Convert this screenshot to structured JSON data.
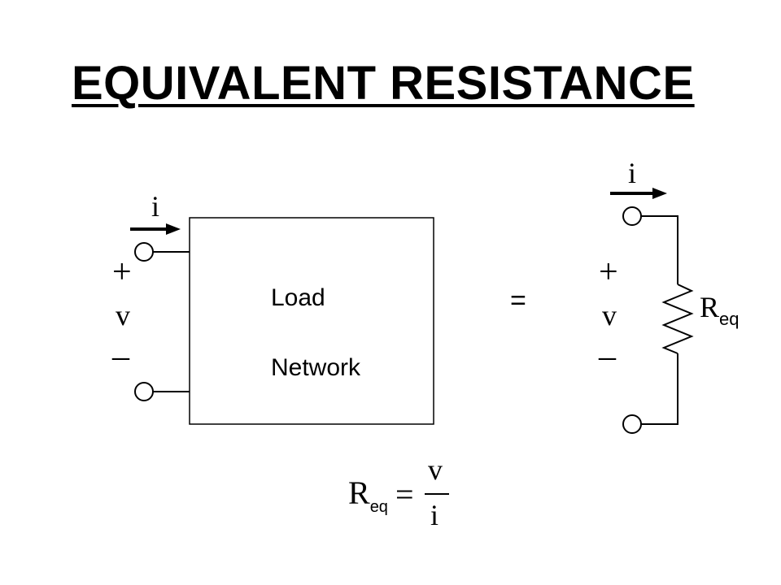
{
  "title": "EQUIVALENT RESISTANCE",
  "left_circuit": {
    "current_label": "i",
    "plus_sign": "+",
    "voltage_label": "v",
    "minus_sign": "–",
    "box_line1": "Load",
    "box_line2": "Network"
  },
  "equals_sign": "=",
  "right_circuit": {
    "current_label": "i",
    "plus_sign": "+",
    "voltage_label": "v",
    "minus_sign": "–",
    "resistor_symbol": "R",
    "resistor_subscript": "eq"
  },
  "formula": {
    "lhs_symbol": "R",
    "lhs_subscript": "eq",
    "equals": "=",
    "numerator": "v",
    "denominator": "i"
  }
}
